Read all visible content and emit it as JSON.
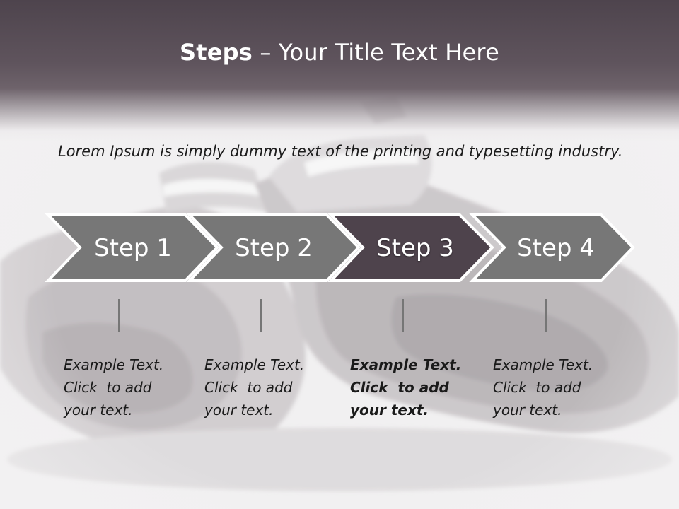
{
  "slide": {
    "title_strong": "Steps",
    "title_rest": " – Your Title Text Here",
    "lead_text": "Lorem Ipsum is simply dummy text of the printing and typesetting industry.",
    "active_step": 3,
    "steps": [
      {
        "label": "Step 1",
        "text_lines": [
          "Example Text.",
          "Click  to add",
          "your text."
        ]
      },
      {
        "label": "Step 2",
        "text_lines": [
          "Example Text.",
          "Click  to add",
          "your text."
        ]
      },
      {
        "label": "Step 3",
        "text_lines": [
          "Example Text.",
          "Click  to add",
          "your text."
        ]
      },
      {
        "label": "Step 4",
        "text_lines": [
          "Example Text.",
          "Click  to add",
          "your text."
        ]
      }
    ]
  },
  "colors": {
    "header": "#5f545d",
    "arrow_default": "#777777",
    "arrow_active": "#4e434c",
    "arrow_border": "#ffffff",
    "tick": "#767676"
  },
  "background": {
    "image_subject": "leather-fingerless-gloves"
  }
}
